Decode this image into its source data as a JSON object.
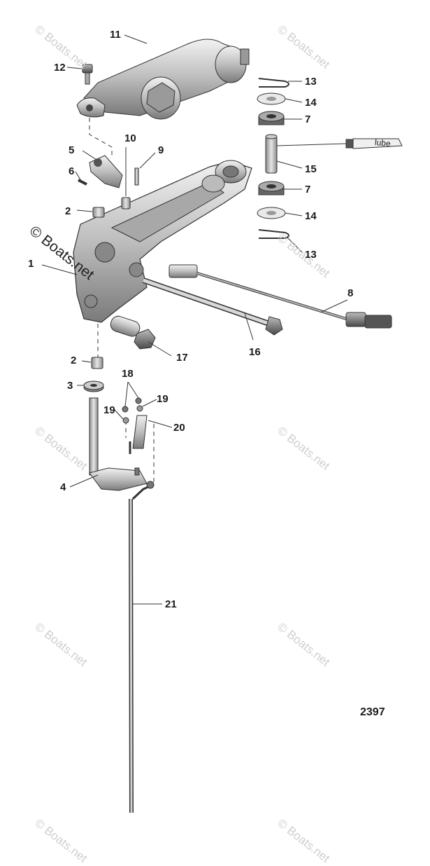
{
  "diagram": {
    "figure_number": "2397",
    "tube_text": "lube",
    "watermark_text": "© Boats.net",
    "watermark_dark_text": "© Boats.net",
    "callouts": {
      "c1": "1",
      "c2a": "2",
      "c2b": "2",
      "c3": "3",
      "c4": "4",
      "c5": "5",
      "c6": "6",
      "c7a": "7",
      "c7b": "7",
      "c8": "8",
      "c9": "9",
      "c10": "10",
      "c11": "11",
      "c12": "12",
      "c13a": "13",
      "c13b": "13",
      "c14a": "14",
      "c14b": "14",
      "c15": "15",
      "c16": "16",
      "c17": "17",
      "c18": "18",
      "c19a": "19",
      "c19b": "19",
      "c20": "20",
      "c21": "21"
    }
  }
}
